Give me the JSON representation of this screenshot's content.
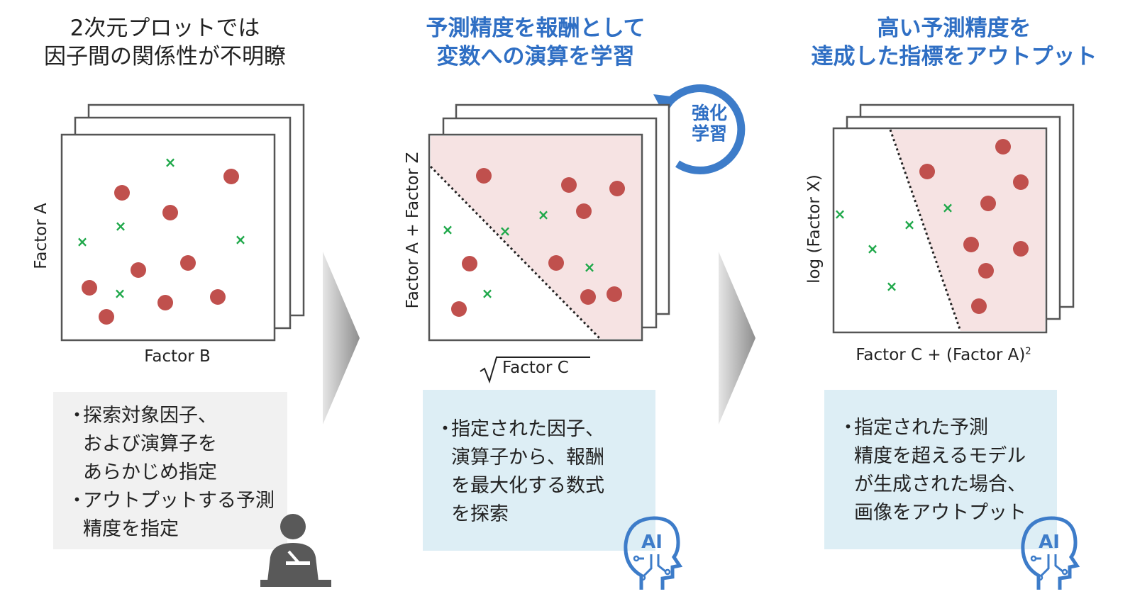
{
  "panels": [
    {
      "title": [
        "2次元プロットでは",
        "因子間の関係性が不明瞭"
      ],
      "y_label": "Factor A",
      "x_label": "Factor B",
      "notes": [
        [
          "探索対象因子、",
          "および演算子を",
          "あらかじめ指定"
        ],
        [
          "アウトプットする予測",
          "精度を指定"
        ]
      ],
      "icon": "person-at-desk-icon"
    },
    {
      "title": [
        "予測精度を報酬として",
        "変数への演算を学習"
      ],
      "y_label": "Factor A + Factor Z",
      "x_label": "Factor C",
      "loop_label": [
        "強化",
        "学習"
      ],
      "notes": [
        [
          "指定された因子、",
          "演算子から、報酬",
          "を最大化する数式",
          "を探索"
        ]
      ],
      "icon": "ai-head-icon",
      "icon_text": "AI"
    },
    {
      "title": [
        "高い予測精度を",
        "達成した指標をアウトプット"
      ],
      "y_label": "log (Factor X)",
      "x_label": "Factor C + (Factor A)",
      "x_label_sup": "2",
      "notes": [
        [
          "指定された予測",
          "精度を超えるモデル",
          "が生成された場合、",
          "画像をアウトプット"
        ]
      ],
      "icon": "ai-head-icon",
      "icon_text": "AI"
    }
  ],
  "bullet": "・",
  "colors": {
    "title_blue": "#2f6fc4",
    "dot_red": "#c0504d",
    "cross_green": "#1fa84a",
    "region_pink": "#f6e3e3",
    "arrow_gray": "#a6a6a6",
    "note_gray_bg": "#f1f1f1",
    "note_blue_bg": "#ddeef5",
    "cycle_blue": "#3d7cc9"
  }
}
